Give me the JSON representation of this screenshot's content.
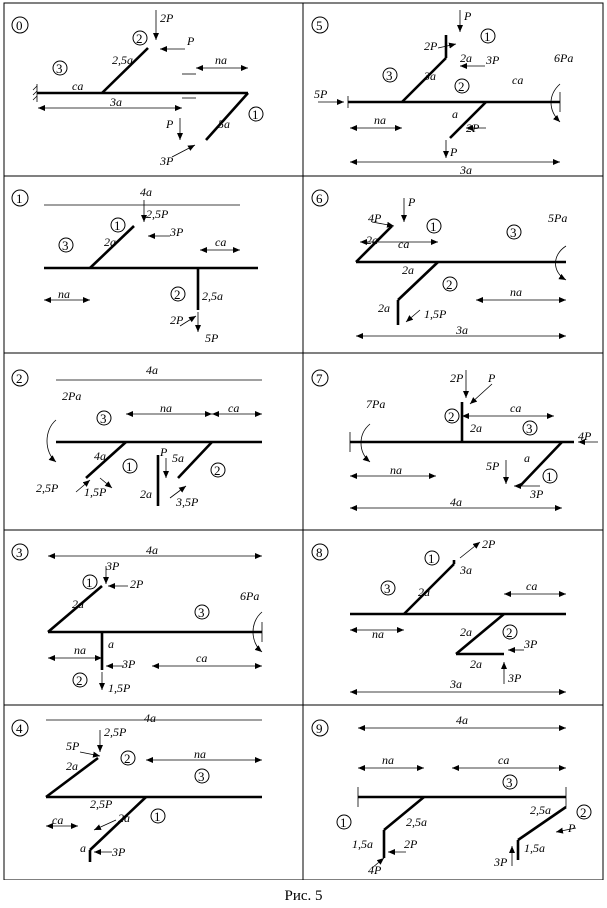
{
  "caption": "Рис. 5",
  "panels": [
    {
      "id": "0",
      "labels": [
        "2P",
        "P",
        "2,5a",
        "na",
        "ca",
        "3a",
        "P",
        "5a",
        "3P"
      ],
      "numbered": [
        "3",
        "2",
        "1"
      ]
    },
    {
      "id": "1",
      "labels": [
        "4a",
        "2,5P",
        "3P",
        "2a",
        "ca",
        "na",
        "2,5a",
        "2P",
        "5P"
      ],
      "numbered": [
        "3",
        "1",
        "2"
      ]
    },
    {
      "id": "2",
      "labels": [
        "4a",
        "2Pa",
        "na",
        "ca",
        "4a",
        "2,5P",
        "1,5P",
        "P",
        "5a",
        "2a",
        "3,5P"
      ],
      "numbered": [
        "3",
        "1",
        "2"
      ]
    },
    {
      "id": "3",
      "labels": [
        "4a",
        "3P",
        "2P",
        "2a",
        "6Pa",
        "na",
        "a",
        "ca",
        "3P",
        "1,5P"
      ],
      "numbered": [
        "1",
        "3",
        "2"
      ]
    },
    {
      "id": "4",
      "labels": [
        "4a",
        "2,5P",
        "5P",
        "2a",
        "na",
        "ca",
        "2,5P",
        "2a",
        "a",
        "3P"
      ],
      "numbered": [
        "2",
        "3",
        "1"
      ]
    },
    {
      "id": "5",
      "labels": [
        "P",
        "2P",
        "2a",
        "3P",
        "3a",
        "ca",
        "6Pa",
        "5P",
        "na",
        "a",
        "2P",
        "P",
        "3a"
      ],
      "numbered": [
        "1",
        "3",
        "2"
      ]
    },
    {
      "id": "6",
      "labels": [
        "P",
        "4P",
        "2a",
        "ca",
        "5Pa",
        "2a",
        "2a",
        "1,5P",
        "na",
        "3a"
      ],
      "numbered": [
        "1",
        "3",
        "2"
      ]
    },
    {
      "id": "7",
      "labels": [
        "2P",
        "P",
        "ca",
        "7Pa",
        "2a",
        "4P",
        "5P",
        "a",
        "na",
        "3P",
        "4a"
      ],
      "numbered": [
        "2",
        "3",
        "1"
      ]
    },
    {
      "id": "8",
      "labels": [
        "2P",
        "3a",
        "2a",
        "ca",
        "na",
        "2a",
        "3P",
        "2a",
        "3P",
        "3a"
      ],
      "numbered": [
        "1",
        "3",
        "2"
      ]
    },
    {
      "id": "9",
      "labels": [
        "4a",
        "na",
        "ca",
        "2,5a",
        "1,5a",
        "2P",
        "4P",
        "2,5a",
        "P",
        "1,5a",
        "3P"
      ],
      "numbered": [
        "3",
        "1",
        "2"
      ]
    }
  ]
}
